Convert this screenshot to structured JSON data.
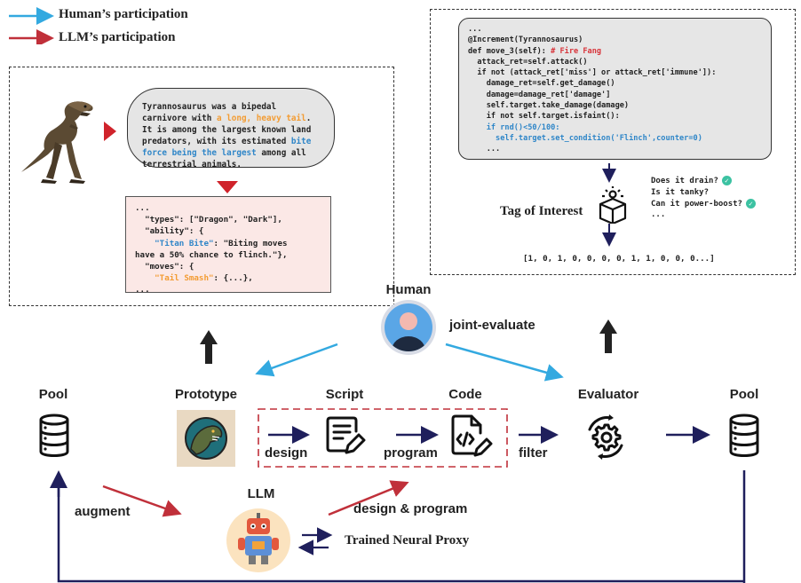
{
  "legend": {
    "human": "Human’s participation",
    "llm": "LLM’s participation"
  },
  "colors": {
    "human_arrow": "#33a9e0",
    "llm_arrow": "#c0303a",
    "flow_arrow": "#1f1f5c",
    "highlight_orange": "#f39c33",
    "highlight_blue": "#2f86c8"
  },
  "prototype_panel": {
    "description_parts": [
      {
        "text": "Tyrannosaurus was a bipedal carnivore with ",
        "style": "plain"
      },
      {
        "text": "a long, heavy tail",
        "style": "orange"
      },
      {
        "text": ". It is among the largest known land predators, with its estimated ",
        "style": "plain"
      },
      {
        "text": "bite force being the largest",
        "style": "blue"
      },
      {
        "text": " among all terrestrial animals.",
        "style": "plain"
      }
    ],
    "json_lines": [
      [
        {
          "t": "...",
          "c": ""
        }
      ],
      [
        {
          "t": "  \"types\": [\"Dragon\", \"Dark\"],",
          "c": ""
        }
      ],
      [
        {
          "t": "  \"ability\": {",
          "c": ""
        }
      ],
      [
        {
          "t": "    ",
          "c": ""
        },
        {
          "t": "\"Titan Bite\"",
          "c": "blue"
        },
        {
          "t": ": \"Biting moves",
          "c": ""
        }
      ],
      [
        {
          "t": "have a 50% chance to flinch.\"},",
          "c": ""
        }
      ],
      [
        {
          "t": "  \"moves\": {",
          "c": ""
        }
      ],
      [
        {
          "t": "    ",
          "c": ""
        },
        {
          "t": "\"Tail Smash\"",
          "c": "orange"
        },
        {
          "t": ": {...},",
          "c": ""
        }
      ],
      [
        {
          "t": "...",
          "c": ""
        }
      ]
    ]
  },
  "code_panel": {
    "lines": [
      [
        {
          "t": "...",
          "c": ""
        }
      ],
      [
        {
          "t": "@Increment(Tyrannosaurus)",
          "c": ""
        }
      ],
      [
        {
          "t": "def move_3(self): ",
          "c": ""
        },
        {
          "t": "# Fire Fang",
          "c": "red"
        }
      ],
      [
        {
          "t": "  attack_ret=self.attack()",
          "c": ""
        }
      ],
      [
        {
          "t": "  if not (attack_ret['miss'] or attack_ret['immune']):",
          "c": ""
        }
      ],
      [
        {
          "t": "    damage_ret=self.get_damage()",
          "c": ""
        }
      ],
      [
        {
          "t": "    damage=damage_ret['damage']",
          "c": ""
        }
      ],
      [
        {
          "t": "    self.target.take_damage(damage)",
          "c": ""
        }
      ],
      [
        {
          "t": "    if not self.target.isfaint():",
          "c": ""
        }
      ],
      [
        {
          "t": "    if rnd()<50/100:",
          "c": "blue"
        }
      ],
      [
        {
          "t": "      self.target.set_condition('Flinch',counter=0)",
          "c": "blue"
        }
      ],
      [
        {
          "t": "    ...",
          "c": ""
        }
      ]
    ],
    "tag_label": "Tag of Interest",
    "questions": [
      "Does it drain?",
      "Is it tanky?",
      "Can it power-boost?",
      "..."
    ],
    "questions_checked": [
      true,
      false,
      true,
      false
    ],
    "vector": "[1, 0, 1, 0, 0, 0, 0, 1, 1, 0, 0, 0...]"
  },
  "nodes": {
    "human": "Human",
    "pool_left": "Pool",
    "prototype": "Prototype",
    "script": "Script",
    "code": "Code",
    "evaluator": "Evaluator",
    "pool_right": "Pool",
    "llm": "LLM"
  },
  "edges": {
    "joint_evaluate": "joint-evaluate",
    "design": "design",
    "program": "program",
    "filter": "filter",
    "augment": "augment",
    "design_program": "design & program",
    "trained_proxy": "Trained Neural Proxy"
  }
}
